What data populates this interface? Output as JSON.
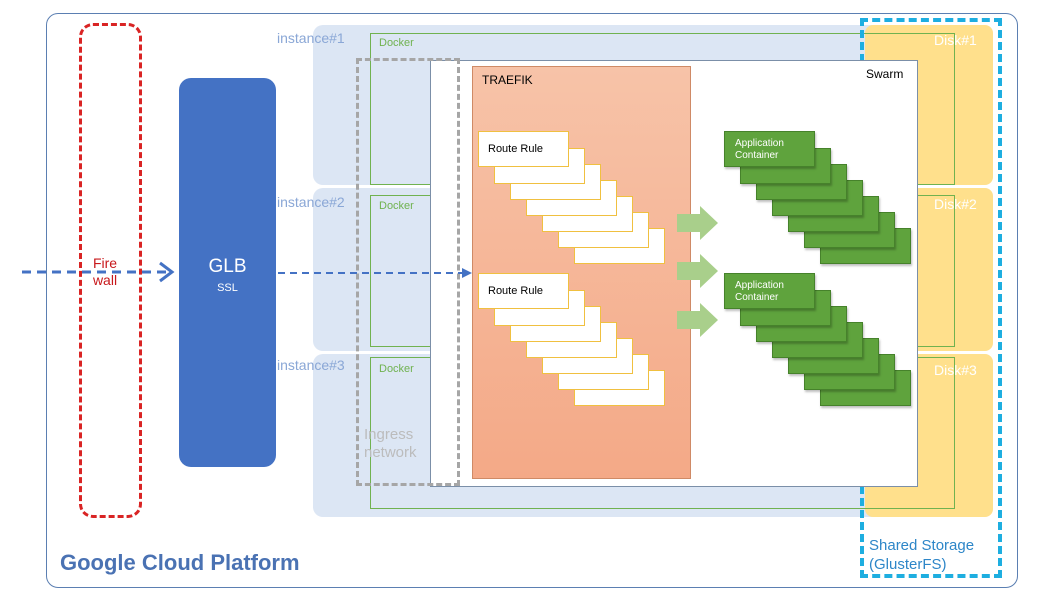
{
  "platform": {
    "title": "Google Cloud Platform"
  },
  "instances": [
    {
      "label": "instance#1",
      "docker": "Docker",
      "disk": "Disk#1"
    },
    {
      "label": "instance#2",
      "docker": "Docker",
      "disk": "Disk#2"
    },
    {
      "label": "instance#3",
      "docker": "Docker",
      "disk": "Disk#3"
    }
  ],
  "storage": {
    "line1": "Shared Storage",
    "line2": "(GlusterFS)"
  },
  "firewall": {
    "line1": "Fire",
    "line2": "wall"
  },
  "glb": {
    "title": "GLB",
    "subtitle": "SSL"
  },
  "swarm": {
    "label": "Swarm"
  },
  "ingress": {
    "line1": "Ingress",
    "line2": "network"
  },
  "traefik": {
    "label": "TRAEFIK"
  },
  "route_rule": {
    "label": "Route Rule"
  },
  "app_container": {
    "line1": "Application",
    "line2": "Container"
  },
  "colors": {
    "firewall": "#d92424",
    "glb": "#4472c4",
    "storage_border": "#1eaee0",
    "instance_bg": "#dce6f4",
    "disk_bg": "#ffe08c",
    "traefik_bg": "#f4a987",
    "container": "#5fa33d",
    "traffic_arrow": "#4472c4"
  }
}
